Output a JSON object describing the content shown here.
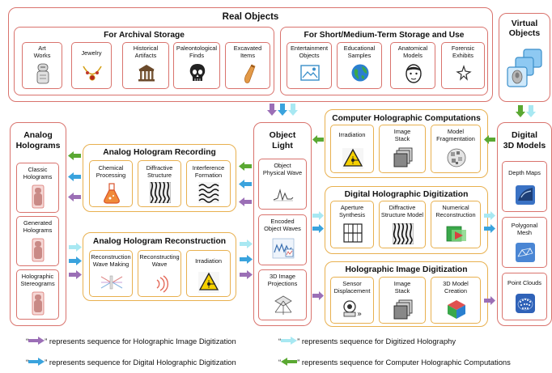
{
  "real_objects": {
    "title": "Real Objects",
    "archival": {
      "title": "For Archival Storage",
      "items": [
        {
          "label": "Art\nWorks",
          "icon": "statue-icon"
        },
        {
          "label": "Jewelry",
          "icon": "necklace-icon"
        },
        {
          "label": "Historical\nArtifacts",
          "icon": "temple-icon"
        },
        {
          "label": "Paleontological\nFinds",
          "icon": "skull-icon"
        },
        {
          "label": "Excavated\nItems",
          "icon": "vase-icon"
        }
      ]
    },
    "short_term": {
      "title": "For Short/Medium-Term Storage and Use",
      "items": [
        {
          "label": "Entertainment\nObjects",
          "icon": "picture-icon"
        },
        {
          "label": "Educational\nSamples",
          "icon": "globe-icon"
        },
        {
          "label": "Anatomical\nModels",
          "icon": "face-icon"
        },
        {
          "label": "Forensic\nExhibits",
          "icon": "fingerprint-icon"
        }
      ]
    }
  },
  "virtual_objects": {
    "title": "Virtual\nObjects"
  },
  "analog_holograms": {
    "title": "Analog\nHolograms",
    "items": [
      {
        "label": "Classic\nHolograms"
      },
      {
        "label": "Generated\nHolograms"
      },
      {
        "label": "Holographic\nStereograms"
      }
    ]
  },
  "recording": {
    "title": "Analog Hologram Recording",
    "items": [
      {
        "label": "Chemical\nProcessing",
        "icon": "flask-icon"
      },
      {
        "label": "Diffractive\nStructure",
        "icon": "fringe-pattern-icon"
      },
      {
        "label": "Interference\nFormation",
        "icon": "interference-icon"
      }
    ]
  },
  "reconstruction": {
    "title": "Analog Hologram Reconstruction",
    "items": [
      {
        "label": "Reconstruction\nWave Making",
        "icon": "beam-icon"
      },
      {
        "label": "Reconstructing\nWave",
        "icon": "wave-icon"
      },
      {
        "label": "Irradiation",
        "icon": "laser-icon"
      }
    ]
  },
  "object_light": {
    "title": "Object\nLight",
    "items": [
      {
        "label": "Object\nPhysical Wave",
        "icon": "wave-chart-icon"
      },
      {
        "label": "Encoded\nObject Waves",
        "icon": "encoded-wave-icon"
      },
      {
        "label": "3D Image\nProjections",
        "icon": "projection-icon"
      }
    ]
  },
  "computations": {
    "title": "Computer Holographic Computations",
    "items": [
      {
        "label": "Irradiation",
        "icon": "laser-icon"
      },
      {
        "label": "Image\nStack",
        "icon": "stack-icon"
      },
      {
        "label": "Model\nFragmentation",
        "icon": "fragment-icon"
      }
    ]
  },
  "digitization": {
    "title": "Digital Holographic Digitization",
    "items": [
      {
        "label": "Aperture\nSynthesis",
        "icon": "grid-icon"
      },
      {
        "label": "Diffractive\nStructure Model",
        "icon": "fringe-pattern-icon"
      },
      {
        "label": "Numerical\nReconstruction",
        "icon": "reconstruction-icon"
      }
    ]
  },
  "image_digitization": {
    "title": "Holographic Image Digitization",
    "items": [
      {
        "label": "Sensor\nDisplacement",
        "icon": "camera-icon"
      },
      {
        "label": "Image\nStack",
        "icon": "stack-icon"
      },
      {
        "label": "3D Model\nCreation",
        "icon": "cube-icon"
      }
    ]
  },
  "digital_models": {
    "title": "Digital\n3D Models",
    "items": [
      {
        "label": "Depth Maps",
        "icon": "depth-map-icon"
      },
      {
        "label": "Polygonal\nMesh",
        "icon": "mesh-icon"
      },
      {
        "label": "Point Clouds",
        "icon": "point-cloud-icon"
      }
    ]
  },
  "legend": [
    {
      "quote": "“",
      "quote_end": "”",
      "text": " represents sequence for Holographic Image Digitization",
      "color": "#9b6fb6"
    },
    {
      "quote": "“",
      "quote_end": "”",
      "text": " represents sequence for Digitized Holography",
      "color": "#a8e8f2"
    },
    {
      "quote": "“",
      "quote_end": "”",
      "text": " represents sequence for Digital Holographic Digitization",
      "color": "#3aa3dd"
    },
    {
      "quote": "“",
      "quote_end": "”",
      "text": " represents sequence for Computer Holographic Computations",
      "color": "#5aa832"
    }
  ],
  "colors": {
    "purple": "#9b6fb6",
    "cyan": "#a8e8f2",
    "blue": "#3aa3dd",
    "green": "#5aa832",
    "red_border": "#d9736d",
    "orange_border": "#e8b04f"
  }
}
